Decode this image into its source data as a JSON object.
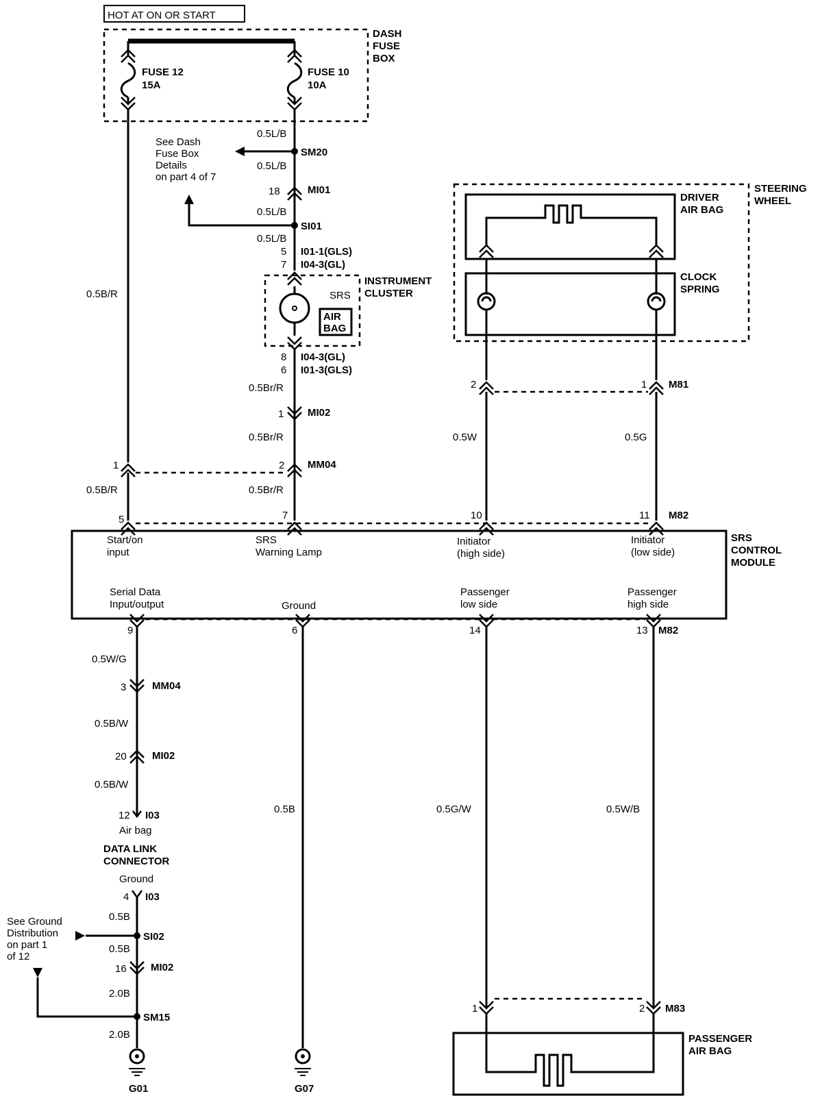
{
  "header": {
    "hot_label": "HOT AT ON OR START"
  },
  "dash_fuse_box": {
    "title_lines": [
      "DASH",
      "FUSE",
      "BOX"
    ],
    "fuse12": {
      "name": "FUSE 12",
      "rating": "15A"
    },
    "fuse10": {
      "name": "FUSE 10",
      "rating": "10A"
    }
  },
  "see_dash_fuse_box": [
    "See Dash",
    "Fuse Box",
    "Details",
    "on part 4 of 7"
  ],
  "left_wire_color": "0.5B/R",
  "center_column": {
    "w1": "0.5L/B",
    "sm20": "SM20",
    "w2": "0.5L/B",
    "mi01_pin": "18",
    "mi01": "MI01",
    "w3": "0.5L/B",
    "si01": "SI01",
    "w4": "0.5L/B",
    "i01_pin_top": "5",
    "i01_label_top": "I01-1(GLS)",
    "i04_pin_top": "7",
    "i04_label_top": "I04-3(GL)",
    "i04_pin_bot": "8",
    "i04_label_bot": "I04-3(GL)",
    "i01_pin_bot": "6",
    "i01_label_bot": "I01-3(GLS)",
    "w5": "0.5Br/R",
    "mi02_pin": "1",
    "mi02": "MI02",
    "w6": "0.5Br/R",
    "w7": "0.5Br/R"
  },
  "instrument_cluster": {
    "title_lines": [
      "INSTRUMENT",
      "CLUSTER"
    ],
    "srs": "SRS",
    "air_bag_lines": [
      "AIR",
      "BAG"
    ]
  },
  "mm04_top": {
    "pin_left": "1",
    "pin_right": "2",
    "label": "MM04"
  },
  "left_wire_color_2": "0.5B/R",
  "steering_wheel": {
    "title_lines": [
      "STEERING",
      "WHEEL"
    ],
    "driver_air_bag": [
      "DRIVER",
      "AIR BAG"
    ],
    "clock_spring": [
      "CLOCK",
      "SPRING"
    ]
  },
  "m81": {
    "pin_left": "2",
    "pin_right": "1",
    "label": "M81"
  },
  "right_wires_top": {
    "left": "0.5W",
    "right": "0.5G"
  },
  "module_top_pins": {
    "p5": "5",
    "p7": "7",
    "p10": "10",
    "p11": "11",
    "m82": "M82"
  },
  "srs_module": {
    "title_lines": [
      "SRS",
      "CONTROL",
      "MODULE"
    ],
    "start_on": [
      "Start/on",
      "input"
    ],
    "srs_warning": [
      "SRS",
      "Warning Lamp"
    ],
    "initiator_high": [
      "Initiator",
      "(high side)"
    ],
    "initiator_low": [
      "Initiator",
      "(low side)"
    ],
    "serial_data": [
      "Serial Data",
      "Input/output"
    ],
    "ground": "Ground",
    "passenger_low": [
      "Passenger",
      "low side"
    ],
    "passenger_high": [
      "Passenger",
      "high side"
    ]
  },
  "module_bottom_pins": {
    "p9": "9",
    "p6": "6",
    "p14": "14",
    "p13": "13",
    "m82": "M82"
  },
  "left_bottom": {
    "w1": "0.5W/G",
    "mm04_pin": "3",
    "mm04": "MM04",
    "w2": "0.5B/W",
    "mi02_pin": "20",
    "mi02": "MI02",
    "w3": "0.5B/W",
    "i03_pin": "12",
    "i03": "I03",
    "air_bag": "Air bag",
    "dlc_lines": [
      "DATA LINK",
      "CONNECTOR"
    ],
    "ground": "Ground",
    "i03_pin2": "4",
    "i03b": "I03",
    "w4": "0.5B",
    "si02": "SI02",
    "w5": "0.5B",
    "mi02_pin2": "16",
    "mi02b": "MI02",
    "w6": "2.0B",
    "sm15": "SM15",
    "w7": "2.0B",
    "g01": "G01"
  },
  "see_ground": [
    "See Ground",
    "Distribution",
    "on part 1",
    "of 12"
  ],
  "ground_wire": {
    "color": "0.5B",
    "g07": "G07"
  },
  "passenger_wires": {
    "left": "0.5G/W",
    "right": "0.5W/B"
  },
  "m83": {
    "pin_left": "1",
    "pin_right": "2",
    "label": "M83"
  },
  "passenger_air_bag": [
    "PASSENGER",
    "AIR BAG"
  ]
}
